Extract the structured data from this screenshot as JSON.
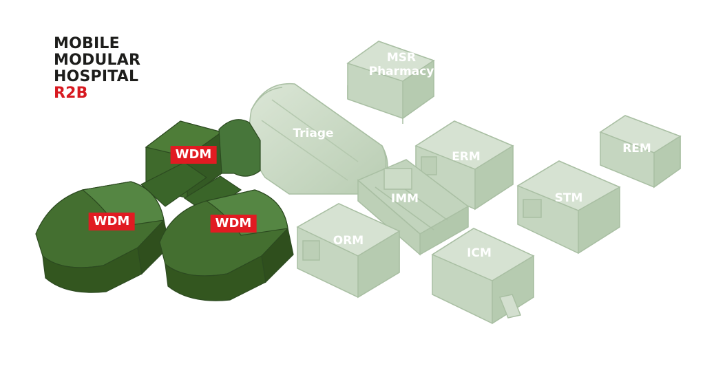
{
  "title": {
    "lines": [
      "MOBILE",
      "MODULAR",
      "HOSPITAL"
    ],
    "model": "R2B"
  },
  "colors": {
    "highlight": "#3f6a2c",
    "faded": "#c7d7c2",
    "label_bg": "#e11b22",
    "title_text": "#1d1d1b",
    "model_text": "#d71920"
  },
  "modules": {
    "msr": "MSR\nPharmacy",
    "triage": "Triage",
    "erm": "ERM",
    "rem": "REM",
    "imm": "IMM",
    "stm": "STM",
    "orm": "ORM",
    "icm": "ICM"
  },
  "highlighted": {
    "wdm_1": "WDM",
    "wdm_2": "WDM",
    "wdm_3": "WDM"
  }
}
